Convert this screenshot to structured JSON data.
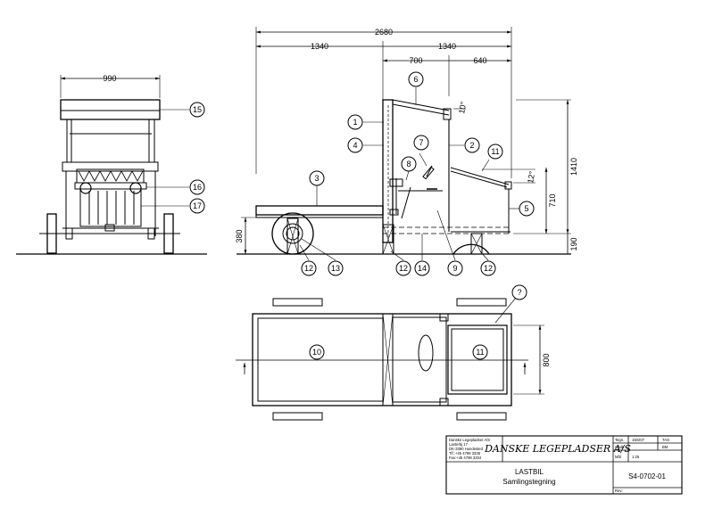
{
  "dimensions": {
    "front_width": "990",
    "total_length": "2680",
    "left_part": "1340",
    "right_part": "1340",
    "cab_depth": "700",
    "rear_part": "640",
    "roof_angle": "10°",
    "hood_angle": "12°",
    "total_height": "1410",
    "box_height": "710",
    "ground_clearance": "190",
    "wheel_height": "380",
    "plan_width": "800"
  },
  "callouts": {
    "c1": "1",
    "c2": "2",
    "c3": "3",
    "c4": "4",
    "c5": "5",
    "c6": "6",
    "c7": "7",
    "c8": "8",
    "c9": "9",
    "c10": "10",
    "c11": "11",
    "c12": "12",
    "c13": "13",
    "c14": "14",
    "c15": "15",
    "c16": "16",
    "c17": "17",
    "cq": "?"
  },
  "title_block": {
    "company_lines": [
      "Danske Legepladser A/S",
      "Lanterbj 17",
      "DK-3390 Hundested",
      "Tlf.:+45 4798 3336",
      "Fax:+45 4798 3334"
    ],
    "company_name": "DANSKE LEGEPLADSER A/S",
    "tegn_label": "Tegn.",
    "tegn_value": "150207",
    "tegn_by": "TAG",
    "godk_label": "Godk.",
    "godk_by": "BM",
    "scale_label": "Mål",
    "scale_value": "1:25",
    "product": "LASTBIL",
    "drawing_type": "Samlingstegning",
    "drawing_number": "S4-0702-01",
    "rev_label": "Rev.:"
  }
}
